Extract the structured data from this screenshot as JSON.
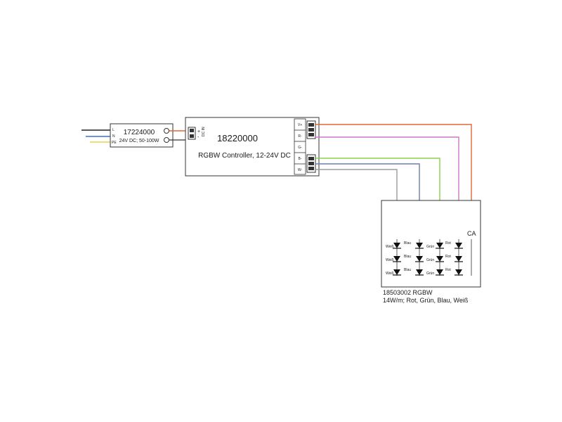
{
  "power_supply": {
    "model": "17224000",
    "spec": "24V DC; 50-100W",
    "terminals": [
      "L",
      "N",
      "PE"
    ]
  },
  "controller": {
    "model": "18220000",
    "description": "RGBW Controller, 12-24V DC",
    "power_marks": [
      "+",
      "-"
    ],
    "input_note": "DC IN",
    "outputs": [
      "V+",
      "R-",
      "G-",
      "B-",
      "W-"
    ]
  },
  "strip": {
    "model": "18503002 RGBW",
    "spec": "14W/m; Rot, Grün, Blau, Weiß",
    "common_label": "CA",
    "rows": [
      [
        "Weiß",
        "Blau",
        "Grün",
        "Rot"
      ],
      [
        "Weiß",
        "Blau",
        "Grün",
        "Rot"
      ],
      [
        "Weiß",
        "Blau",
        "Grün",
        "Rot"
      ]
    ]
  },
  "colors": {
    "v_plus": "#e0663a",
    "red_channel": "#c879c8",
    "green_channel": "#8ad04a",
    "blue_channel": "#6d7ea8",
    "white_channel": "#9b9b9b",
    "mains_L": "#222222",
    "mains_N": "#3d6fd6",
    "mains_PE": "#e6d24a"
  }
}
